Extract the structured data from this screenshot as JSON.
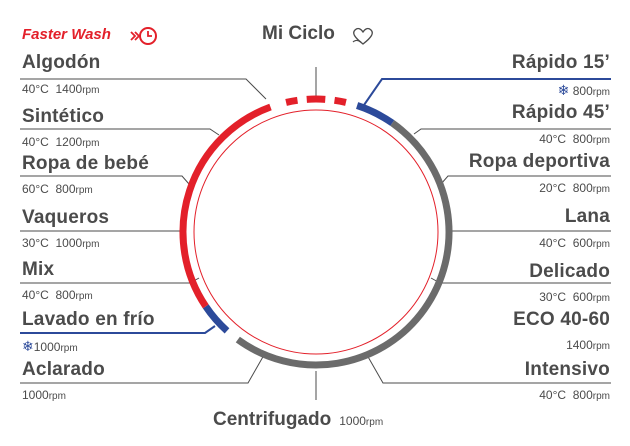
{
  "header": {
    "faster_wash": "Faster Wash",
    "mi_ciclo": "Mi Ciclo"
  },
  "left_programs": [
    {
      "name": "Algodón",
      "temp": "40°C",
      "rpm": "1400",
      "unit": "rpm"
    },
    {
      "name": "Sintético",
      "temp": "40°C",
      "rpm": "1200",
      "unit": "rpm"
    },
    {
      "name": "Ropa de bebé",
      "temp": "60°C",
      "rpm": "800",
      "unit": "rpm"
    },
    {
      "name": "Vaqueros",
      "temp": "30°C",
      "rpm": "1000",
      "unit": "rpm"
    },
    {
      "name": "Mix",
      "temp": "40°C",
      "rpm": "800",
      "unit": "rpm"
    },
    {
      "name": "Lavado en frío",
      "temp": "",
      "rpm": "1000",
      "unit": "rpm"
    },
    {
      "name": "Aclarado",
      "temp": "",
      "rpm": "1000",
      "unit": "rpm"
    }
  ],
  "right_programs": [
    {
      "name": "Rápido 15’",
      "temp": "",
      "rpm": "800",
      "unit": "rpm"
    },
    {
      "name": "Rápido 45’",
      "temp": "40°C",
      "rpm": "800",
      "unit": "rpm"
    },
    {
      "name": "Ropa deportiva",
      "temp": "20°C",
      "rpm": "800",
      "unit": "rpm"
    },
    {
      "name": "Lana",
      "temp": "40°C",
      "rpm": "600",
      "unit": "rpm"
    },
    {
      "name": "Delicado",
      "temp": "30°C",
      "rpm": "600",
      "unit": "rpm"
    },
    {
      "name": "ECO 40-60",
      "temp": "",
      "rpm": "1400",
      "unit": "rpm"
    },
    {
      "name": "Intensivo",
      "temp": "40°C",
      "rpm": "800",
      "unit": "rpm"
    }
  ],
  "bottom": {
    "centrifugado": "Centrifugado",
    "rpm": "1000",
    "unit": "rpm"
  },
  "colors": {
    "red": "#e3202a",
    "blue": "#2c4a9a",
    "gray": "#6b6b6b",
    "text": "#4b4b4b"
  },
  "icons": [
    "faster-wash-clock-icon",
    "heart-hand-icon",
    "snowflake-icon"
  ]
}
